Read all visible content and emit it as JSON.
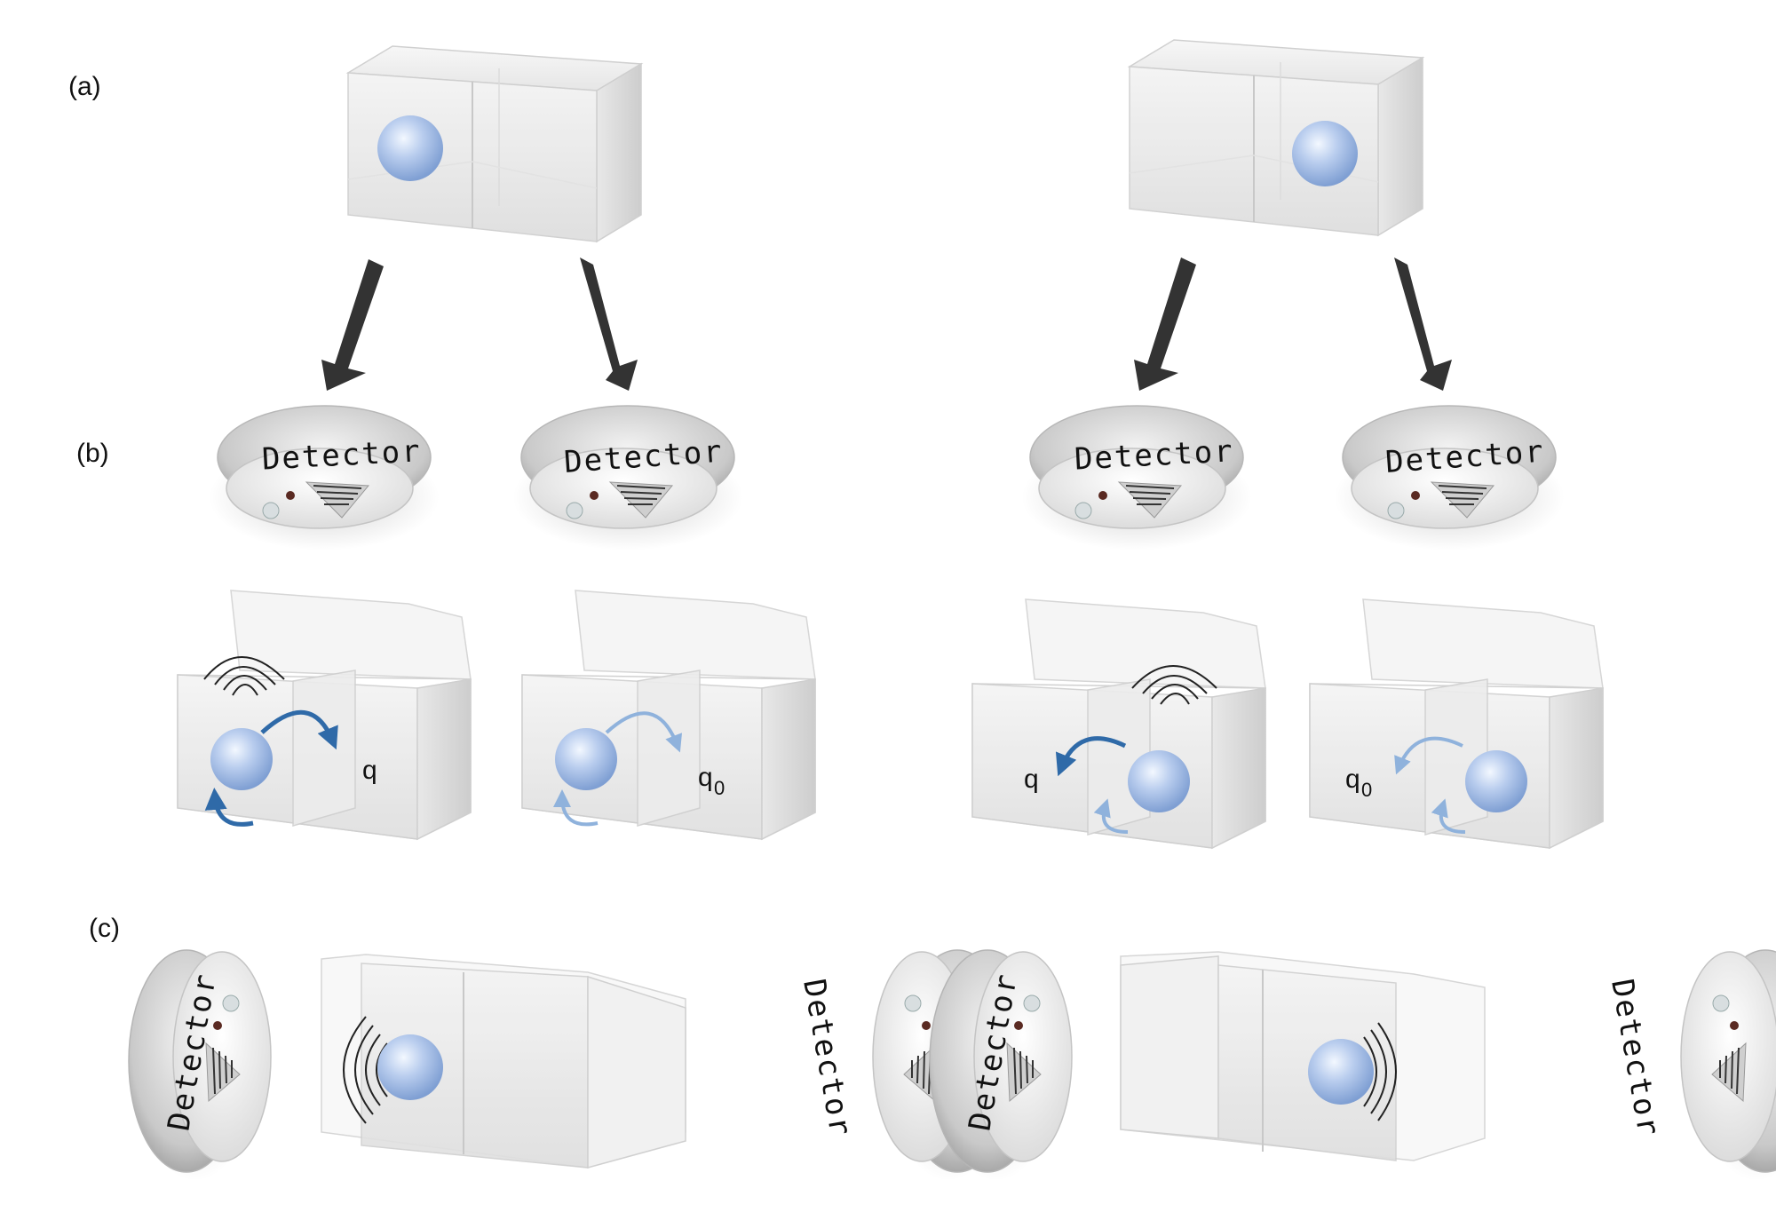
{
  "panels": {
    "a": "(a)",
    "b": "(b)",
    "c": "(c)"
  },
  "detector_label": "Detector",
  "q_label": "q",
  "q0_label": "q",
  "q0_subscript": "0",
  "colors": {
    "ball": "#a9c1ea",
    "ball_highlight": "#eaf2ff",
    "box_face": "#efefef",
    "box_edge": "#cfcfcf",
    "arrow_dark": "#333333",
    "curve_arrow_dark": "#2f6aa8",
    "curve_arrow_light": "#8fb2dc",
    "detector_body": "#e6e6e6",
    "detector_led": "#5a2a22"
  },
  "icons": [
    "box-icon",
    "ball-icon",
    "detector-icon",
    "down-arrow-icon",
    "curved-arrow-icon",
    "signal-waves-icon"
  ]
}
